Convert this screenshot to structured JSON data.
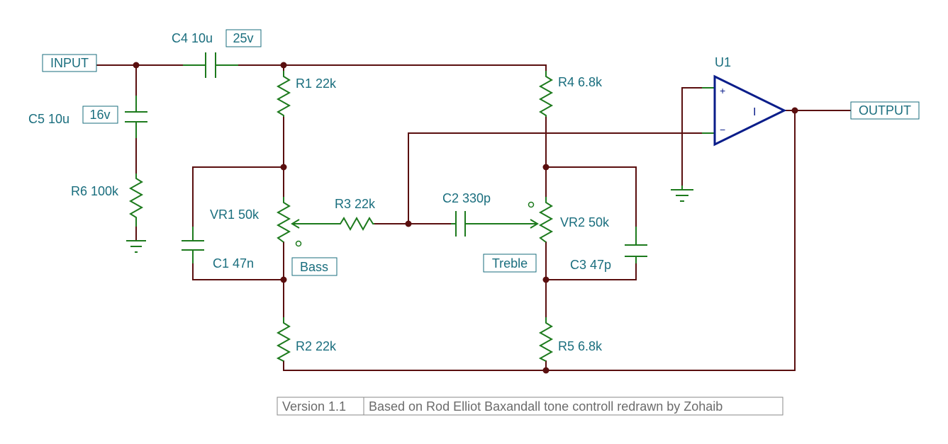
{
  "ports": {
    "input": "INPUT",
    "output": "OUTPUT"
  },
  "components": {
    "c4": {
      "name": "C4 10u",
      "rating": "25v"
    },
    "c5": {
      "name": "C5 10u",
      "rating": "16v"
    },
    "r6": "R6 100k",
    "r1": "R1 22k",
    "r2": "R2 22k",
    "r3": "R3 22k",
    "r4": "R4 6.8k",
    "r5": "R5 6.8k",
    "vr1": "VR1 50k",
    "vr2": "VR2 50k",
    "c1": "C1 47n",
    "c2": "C2 330p",
    "c3": "C3 47p",
    "u1": {
      "name": "U1",
      "plus": "+",
      "minus": "−",
      "mark": "I"
    }
  },
  "controls": {
    "bass": "Bass",
    "treble": "Treble"
  },
  "footer": {
    "version": "Version 1.1",
    "credit": "Based on Rod Elliot Baxandall tone controll redrawn by Zohaib"
  },
  "colors": {
    "wire": "#5a0f0f",
    "component": "#1d7a1d",
    "opamp": "#0a1d8a",
    "label": "#1a6e7e"
  }
}
